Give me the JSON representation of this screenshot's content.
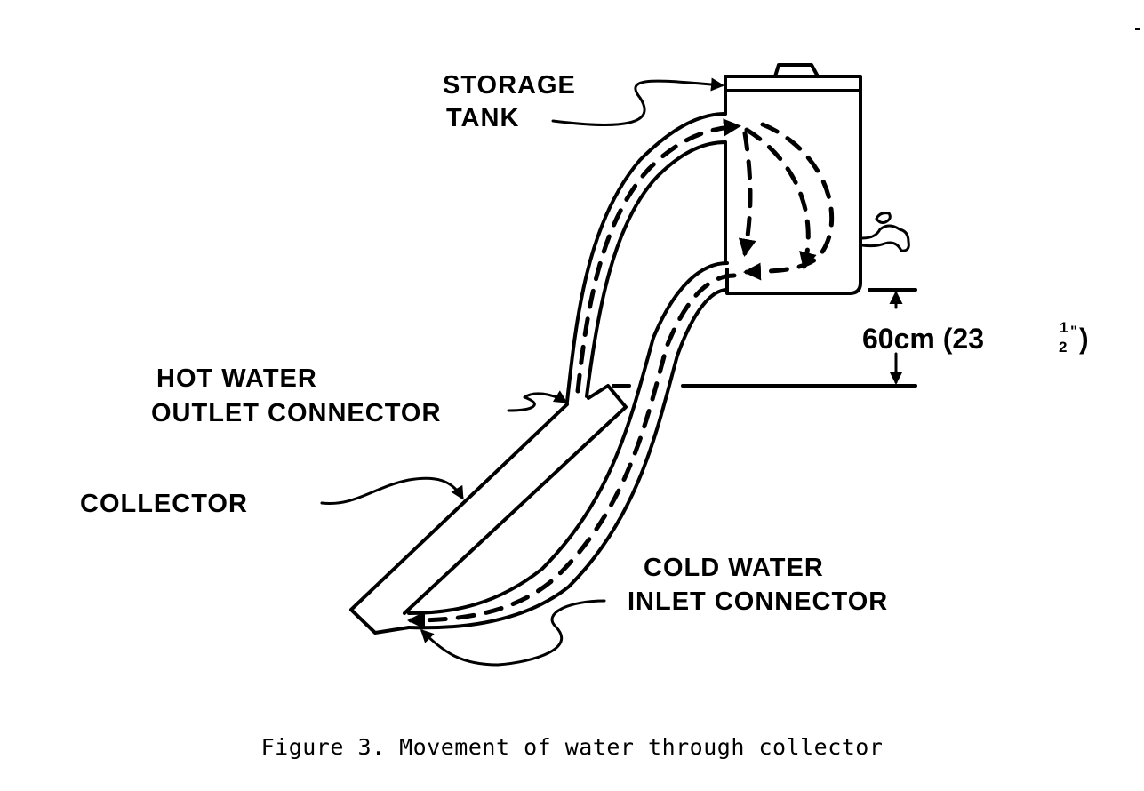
{
  "figure": {
    "caption": "Figure 3.  Movement of water through collector",
    "labels": {
      "storage_tank_line1": "STORAGE",
      "storage_tank_line2": "TANK",
      "hot_water_line1": "HOT WATER",
      "hot_water_line2": "OUTLET CONNECTOR",
      "collector": "COLLECTOR",
      "cold_water_line1": "COLD WATER",
      "cold_water_line2": "INLET CONNECTOR"
    },
    "measurement": {
      "main": "60cm (23",
      "fraction_numerator": "1",
      "fraction_denominator": "2",
      "inch_mark": "\"",
      "close": ")"
    },
    "components": [
      "storage-tank",
      "faucet",
      "hot-water-pipe",
      "cold-water-pipe",
      "collector-panel",
      "height-dimension"
    ]
  }
}
